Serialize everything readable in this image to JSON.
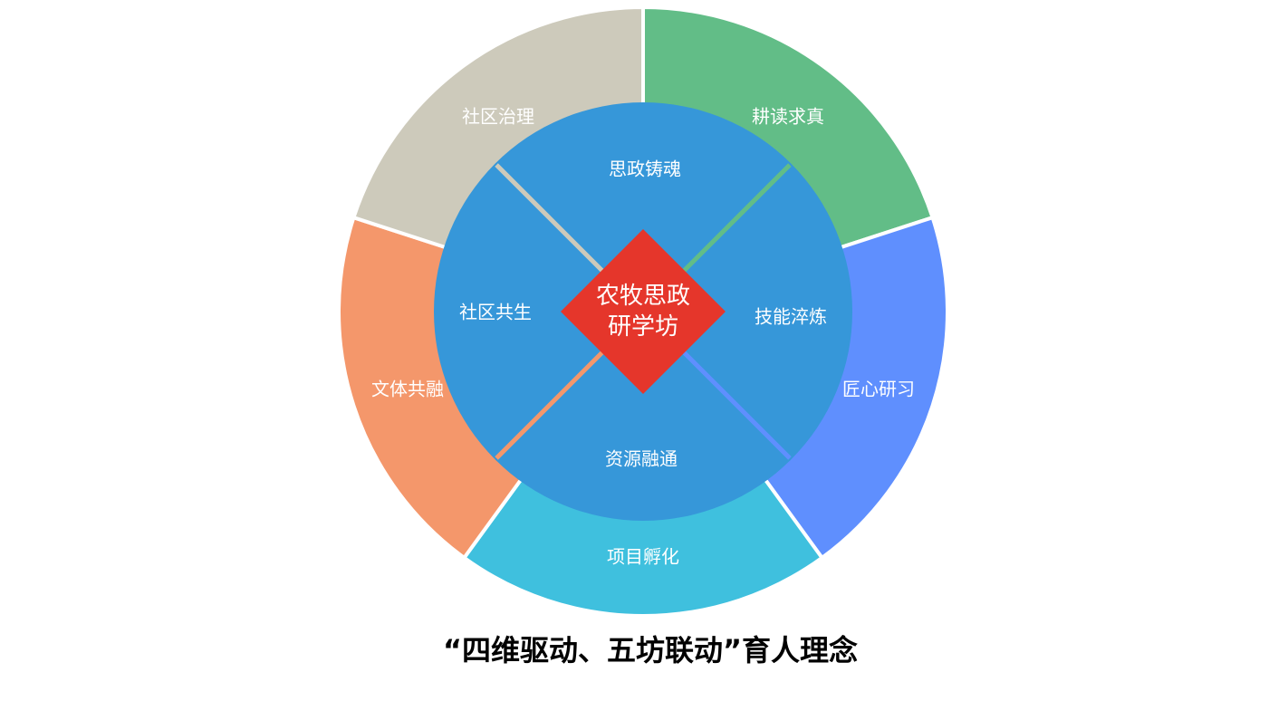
{
  "center": {
    "line1": "农牧思政",
    "line2": "研学坊",
    "color": "#e5362b"
  },
  "inner": {
    "color": "#3697d9",
    "labels": [
      "思政铸魂",
      "技能淬炼",
      "资源融通",
      "社区共生"
    ]
  },
  "outer": [
    {
      "label": "耕读求真",
      "color": "#62bd87"
    },
    {
      "label": "匠心研习",
      "color": "#5f8ffe"
    },
    {
      "label": "项目孵化",
      "color": "#3fc0de"
    },
    {
      "label": "文体共融",
      "color": "#f4976b"
    },
    {
      "label": "社区治理",
      "color": "#cdcabb"
    }
  ],
  "title": "“四维驱动、五坊联动”育人理念"
}
